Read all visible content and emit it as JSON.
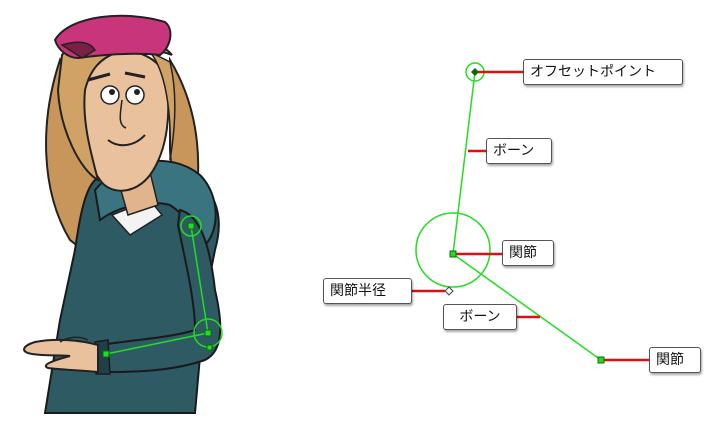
{
  "callouts": {
    "offset_point": "オフセットポイント",
    "bone_upper": "ボーン",
    "joint_mid": "関節",
    "joint_radius": "関節半径",
    "bone_lower": "ボーン",
    "joint_end": "関節"
  },
  "colors": {
    "rig_green": "#22dd22",
    "leader_red": "#dd1111",
    "hoodie": "#2e5a64",
    "hoodie_dark": "#1f4048",
    "hair": "#d1a266",
    "cap": "#c9357a",
    "skin": "#e9c19c"
  }
}
